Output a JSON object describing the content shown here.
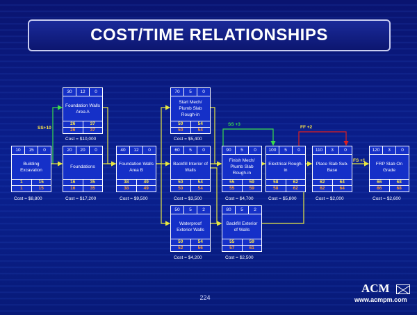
{
  "title": "COST/TIME RELATIONSHIPS",
  "page_number": "224",
  "logo": {
    "text": "ACM",
    "url": "www.acmpm.com"
  },
  "relations": {
    "ss10": "SS+10",
    "ss3": "SS +3",
    "ff2": "FF +2",
    "fs1": "FS +1"
  },
  "colors": {
    "background": "#0a1a88",
    "node": "#1530c8",
    "es": "#ffe84a",
    "ls": "#ff9a2a",
    "link": "#e8e840",
    "ss3_link": "#3adc4a",
    "ff2_link": "#e02020"
  },
  "activities": [
    {
      "id": "a1",
      "es": "10",
      "dur": "15",
      "tf": "0",
      "name": "Building Excavation",
      "ef": [
        "1",
        "15"
      ],
      "lf": [
        "1",
        "15"
      ],
      "cost": "Cost = $8,800"
    },
    {
      "id": "a2",
      "es": "30",
      "dur": "12",
      "tf": "0",
      "name": "Foundation Walls Area A",
      "ef": [
        "26",
        "37"
      ],
      "lf": [
        "26",
        "37"
      ],
      "cost": "Cost = $10,000"
    },
    {
      "id": "a3",
      "es": "20",
      "dur": "20",
      "tf": "0",
      "name": "Foundations",
      "ef": [
        "16",
        "35"
      ],
      "lf": [
        "16",
        "35"
      ],
      "cost": "Cost = $17,200"
    },
    {
      "id": "a4",
      "es": "40",
      "dur": "12",
      "tf": "0",
      "name": "Foundation Walls Area B",
      "ef": [
        "38",
        "49"
      ],
      "lf": [
        "38",
        "49"
      ],
      "cost": "Cost = $9,500"
    },
    {
      "id": "a5",
      "es": "70",
      "dur": "5",
      "tf": "0",
      "name": "Start Mech/ Plumb Slab Rough-in",
      "ef": [
        "50",
        "54"
      ],
      "lf": [
        "50",
        "54"
      ],
      "cost": "Cost = $5,400"
    },
    {
      "id": "a6",
      "es": "60",
      "dur": "5",
      "tf": "0",
      "name": "Backfill Interior of Walls",
      "ef": [
        "50",
        "54"
      ],
      "lf": [
        "50",
        "54"
      ],
      "cost": "Cost = $3,500"
    },
    {
      "id": "a7",
      "es": "50",
      "dur": "5",
      "tf": "2",
      "name": "Waterproof Exterior Walls",
      "ef": [
        "50",
        "54"
      ],
      "lf": [
        "52",
        "56"
      ],
      "cost": "Cost = $4,200"
    },
    {
      "id": "a8",
      "es": "90",
      "dur": "5",
      "tf": "0",
      "name": "Finish Mech/ Plumb Slab Rough-in",
      "ef": [
        "55",
        "59"
      ],
      "lf": [
        "55",
        "59"
      ],
      "cost": "Cost = $4,700"
    },
    {
      "id": "a9",
      "es": "80",
      "dur": "5",
      "tf": "2",
      "name": "Backfill Exterior of Walls",
      "ef": [
        "55",
        "59"
      ],
      "lf": [
        "57",
        "61"
      ],
      "cost": "Cost = $2,500"
    },
    {
      "id": "a10",
      "es": "100",
      "dur": "5",
      "tf": "0",
      "name": "Electrical Rough-in",
      "ef": [
        "58",
        "62"
      ],
      "lf": [
        "58",
        "62"
      ],
      "cost": "Cost = $5,800"
    },
    {
      "id": "a11",
      "es": "110",
      "dur": "3",
      "tf": "0",
      "name": "Place Slab Sub-Base",
      "ef": [
        "62",
        "64"
      ],
      "lf": [
        "62",
        "64"
      ],
      "cost": "Cost = $2,000"
    },
    {
      "id": "a12",
      "es": "120",
      "dur": "3",
      "tf": "0",
      "name": "FRP Slab On Grade",
      "ef": [
        "66",
        "68"
      ],
      "lf": [
        "66",
        "68"
      ],
      "cost": "Cost = $2,600"
    }
  ]
}
